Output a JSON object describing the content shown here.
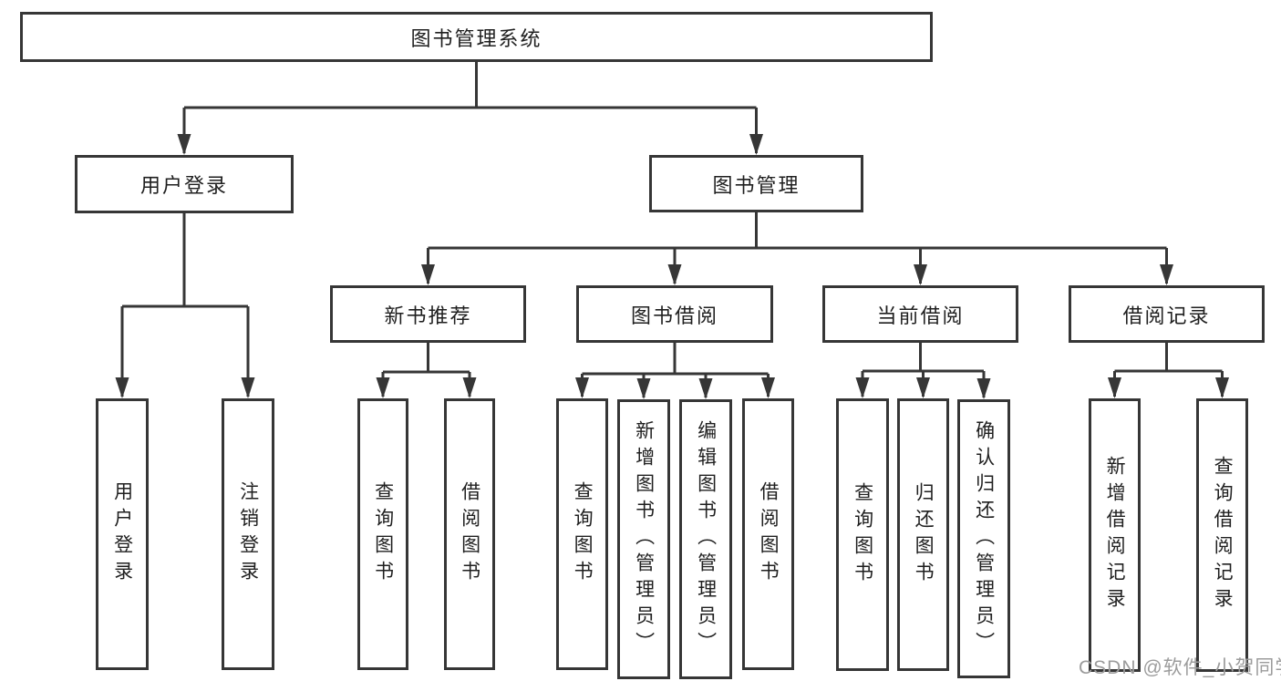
{
  "tree": {
    "root": {
      "label": "图书管理系统"
    },
    "branches": [
      {
        "label": "用户登录",
        "children": [
          {
            "label": "用户登录"
          },
          {
            "label": "注销登录"
          }
        ]
      },
      {
        "label": "图书管理",
        "sections": [
          {
            "label": "新书推荐",
            "children": [
              {
                "label": "查询图书"
              },
              {
                "label": "借阅图书"
              }
            ]
          },
          {
            "label": "图书借阅",
            "children": [
              {
                "label": "查询图书"
              },
              {
                "label": "新增图书（管理员）"
              },
              {
                "label": "编辑图书（管理员）"
              },
              {
                "label": "借阅图书"
              }
            ]
          },
          {
            "label": "当前借阅",
            "children": [
              {
                "label": "查询图书"
              },
              {
                "label": "归还图书"
              },
              {
                "label": "确认归还（管理员）"
              }
            ]
          },
          {
            "label": "借阅记录",
            "children": [
              {
                "label": "新增借阅记录"
              },
              {
                "label": "查询借阅记录"
              }
            ]
          }
        ]
      }
    ]
  },
  "watermark": {
    "text": "CSDN @软件_小贺同学"
  },
  "colors": {
    "line": "#363636",
    "box_border": "#363636",
    "text": "#1f1f1f",
    "watermark": "#9c9c9c",
    "background": "#ffffff"
  }
}
